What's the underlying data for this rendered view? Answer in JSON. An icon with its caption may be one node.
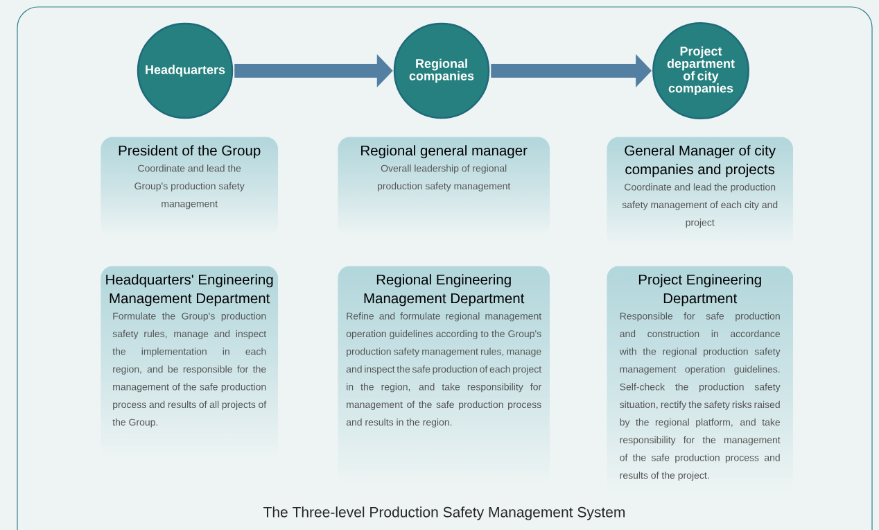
{
  "diagram": {
    "title": "The Three-level Production Safety Management System",
    "nodes": [
      {
        "text": [
          "Headquarters"
        ]
      },
      {
        "text": [
          "Regional companies"
        ]
      },
      {
        "text": [
          "Project department of city companies"
        ]
      },
      {
        "text": [
          "President of the Group",
          "Coordinate and lead the Group's production safety management"
        ]
      },
      {
        "text": [
          "Regional general manager",
          "Overall leadership of regional production safety management"
        ]
      },
      {
        "text": [
          "General Manager of city companies and projects",
          "Coordinate and lead the production safety management of each city and project"
        ]
      },
      {
        "text": [
          "Headquarters' Engineering Management Department",
          "Formulate the Group's production safety rules, manage and inspect the implementation in each region, and be responsible for the management of the safe production process and results of all projects of the Group."
        ]
      },
      {
        "text": [
          "Regional Engineering Management Department",
          "Refine and formulate regional management operation guidelines according to the Group's production safety management rules, manage and inspect the safe production of each project in the region, and take responsibility for management of the safe production process and results in the region."
        ]
      },
      {
        "text": [
          "Project Engineering Department",
          "Responsible for safe production and construction in accordance with the regional production safety management operation guidelines. Self-check the production safety situation, rectify the safety risks raised by the regional platform, and take responsibility for the management of the safe production process and results of the project."
        ]
      }
    ],
    "edges": [
      {
        "from": 0,
        "to": 1,
        "arrow": "to"
      },
      {
        "from": 1,
        "to": 2,
        "arrow": "to"
      }
    ]
  }
}
